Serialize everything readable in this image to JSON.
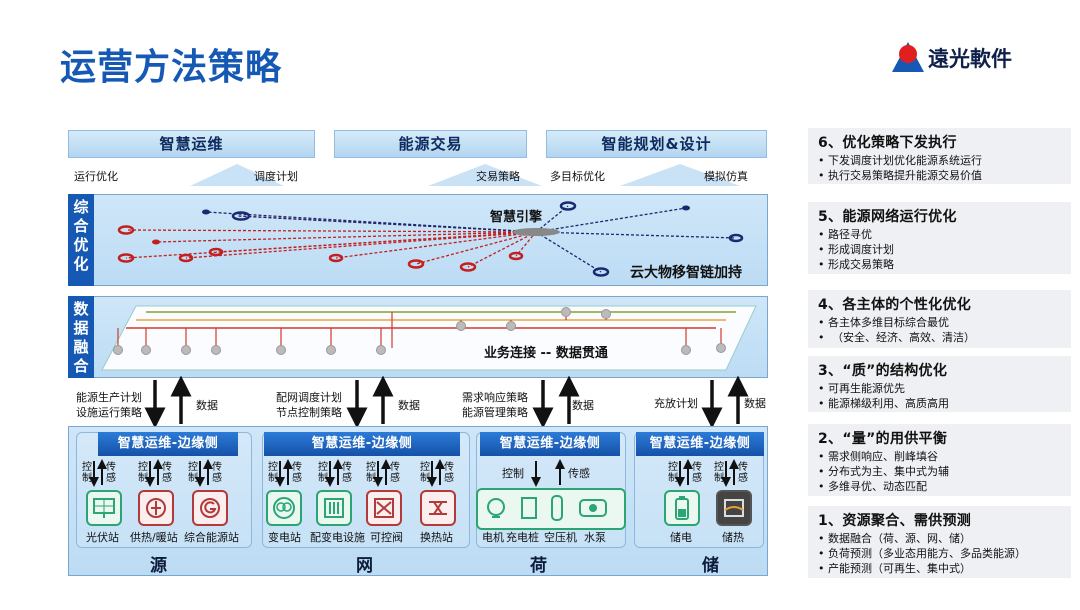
{
  "title": "运营方法策略",
  "logo": {
    "text": "遠光軟件"
  },
  "top": {
    "boxes": [
      "智慧运维",
      "能源交易",
      "智能规划&设计"
    ],
    "labels": [
      "运行优化",
      "调度计划",
      "交易策略",
      "多目标优化",
      "模拟仿真"
    ]
  },
  "layer1": {
    "label": "综合优化",
    "engine": "智慧引擎",
    "caption": "云大物移智链加持"
  },
  "layer2": {
    "label": "数据融合",
    "caption": "业务连接 -- 数据贯通"
  },
  "arrows": [
    {
      "left": "能源生产计划",
      "left2": "设施运行策略",
      "right": "数据"
    },
    {
      "left": "配网调度计划",
      "left2": "节点控制策略",
      "right": "数据"
    },
    {
      "left": "需求响应策略",
      "left2": "能源管理策略",
      "right": "数据"
    },
    {
      "left": "充放计划",
      "right": "数据"
    }
  ],
  "edge": {
    "headers": [
      "智慧运维-边缘侧",
      "智慧运维-边缘侧",
      "智慧运维-边缘侧",
      "智慧运维-边缘侧"
    ],
    "ctrl": "控制",
    "sense": "传感"
  },
  "groups": {
    "yuan": {
      "name": "源",
      "items": [
        "光伏站",
        "供热/暖站",
        "综合能源站"
      ]
    },
    "wang": {
      "name": "网",
      "items": [
        "变电站",
        "配变电设施",
        "可控阀",
        "换热站"
      ]
    },
    "he": {
      "name": "荷",
      "items": [
        "电机",
        "充电桩",
        "空压机",
        "水泵"
      ]
    },
    "chu": {
      "name": "储",
      "items": [
        "储电",
        "储热"
      ]
    }
  },
  "right": [
    {
      "title": "6、优化策略下发执行",
      "items": [
        "下发调度计划优化能源系统运行",
        "执行交易策略提升能源交易价值"
      ]
    },
    {
      "title": "5、能源网络运行优化",
      "items": [
        "路径寻优",
        "形成调度计划",
        "形成交易策略"
      ]
    },
    {
      "title": "4、各主体的个性化优化",
      "items": [
        "各主体多维目标综合最优",
        "（安全、经济、高效、清洁）"
      ]
    },
    {
      "title": "3、“质”的结构优化",
      "items": [
        "可再生能源优先",
        "能源梯级利用、高质高用"
      ]
    },
    {
      "title": "2、“量”的用供平衡",
      "items": [
        "需求侧响应、削峰填谷",
        "分布式为主、集中式为辅",
        "多维寻优、动态匹配"
      ]
    },
    {
      "title": "1、资源聚合、需供预测",
      "items": [
        "数据融合（荷、源、网、储）",
        "负荷预测（多业态用能方、多品类能源）",
        "产能预测（可再生、集中式）"
      ]
    }
  ]
}
